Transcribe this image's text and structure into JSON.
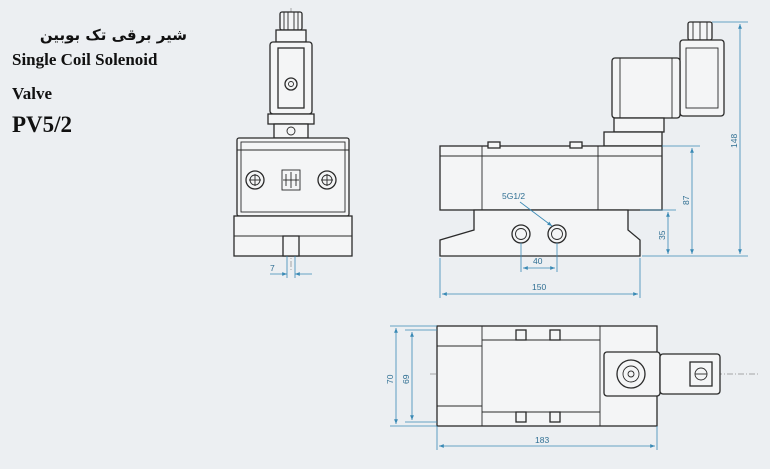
{
  "title": {
    "fa": "شیر برقی تک بوبین",
    "line1": "Single Coil Solenoid",
    "line2": "Valve",
    "model": "PV5/2"
  },
  "dimensions": {
    "side_width": "7",
    "port_thread": "5G1/2",
    "port_spacing": "40",
    "base_length": "150",
    "base_height": "35",
    "body_height": "87",
    "total_height": "148",
    "top_width": "69",
    "total_width": "70",
    "total_length": "183"
  },
  "colors": {
    "line": "#2a2a2a",
    "dimension": "#3a8ab5",
    "background": "#eceff2"
  }
}
